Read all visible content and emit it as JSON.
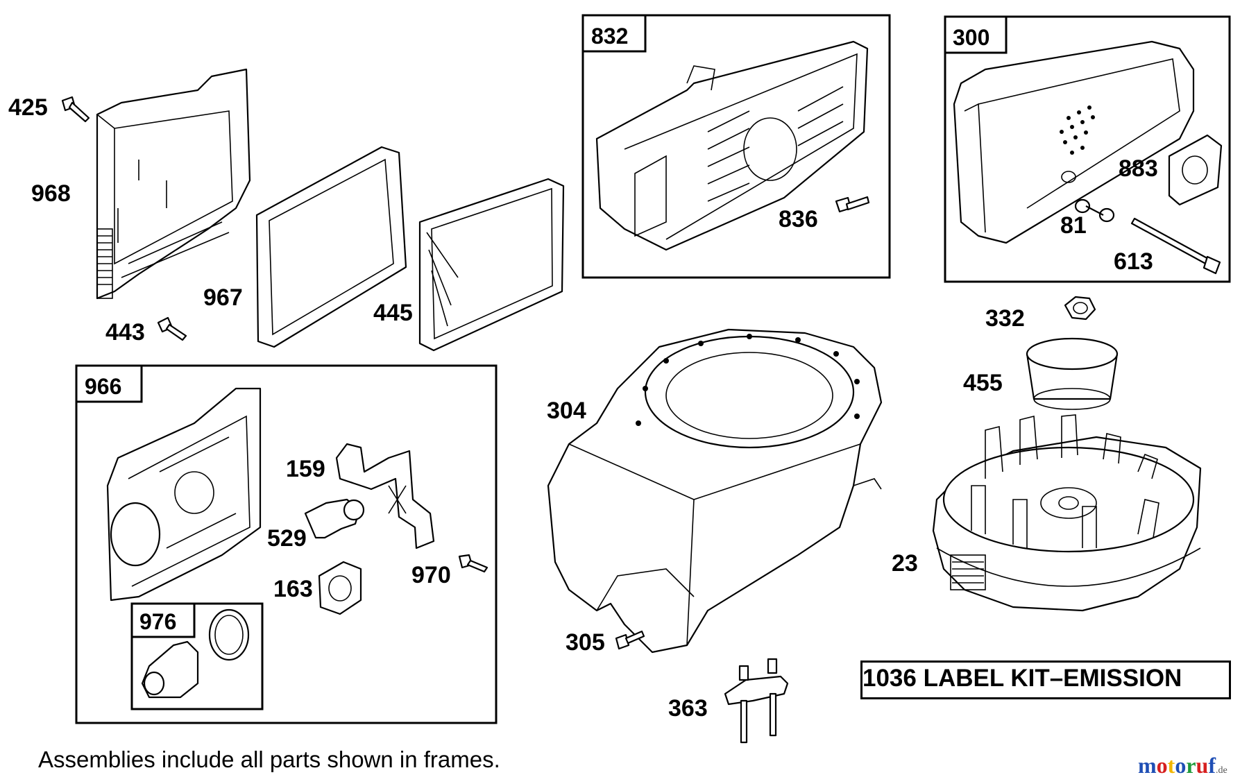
{
  "labels": {
    "p425": "425",
    "p968": "968",
    "p443": "443",
    "p967": "967",
    "p445": "445",
    "p832": "832",
    "p836": "836",
    "p300": "300",
    "p883": "883",
    "p81": "81",
    "p613": "613",
    "p332": "332",
    "p455": "455",
    "p966": "966",
    "p159": "159",
    "p529": "529",
    "p163": "163",
    "p970": "970",
    "p976": "976",
    "p304": "304",
    "p305": "305",
    "p363": "363",
    "p23": "23"
  },
  "kit_label": "1036 LABEL KIT–EMISSION",
  "footnote": "Assemblies include all parts shown in frames.",
  "logo": {
    "name": "motoruf",
    "suffix": ".de",
    "colors": [
      "#1f4fb5",
      "#d62020",
      "#f2b600",
      "#1f4fb5",
      "#1f9a3a",
      "#d62020",
      "#1f4fb5"
    ]
  }
}
